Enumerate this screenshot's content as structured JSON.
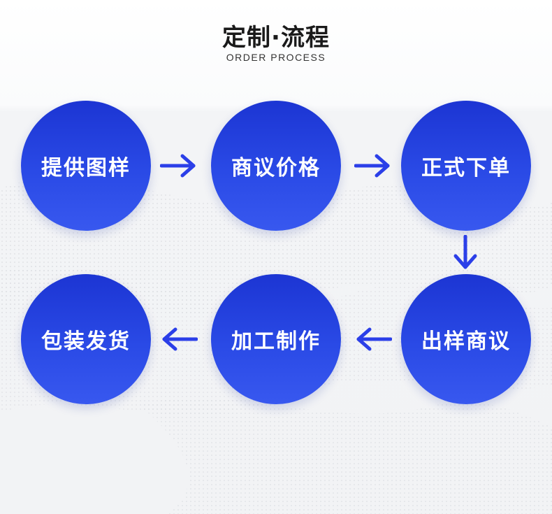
{
  "header": {
    "title": "定制·流程",
    "subtitle": "ORDER PROCESS"
  },
  "steps": [
    {
      "label": "提供图样"
    },
    {
      "label": "商议价格"
    },
    {
      "label": "正式下单"
    },
    {
      "label": "出样商议"
    },
    {
      "label": "加工制作"
    },
    {
      "label": "包装发货"
    }
  ],
  "colors": {
    "accent": "#2b3fe8",
    "circle_top": "#1c35d3",
    "circle_bottom": "#3858ef",
    "title_text": "#1a1a1a"
  },
  "icons": {
    "arrow_right": "arrow-right-icon",
    "arrow_down": "arrow-down-icon",
    "arrow_left": "arrow-left-icon"
  }
}
